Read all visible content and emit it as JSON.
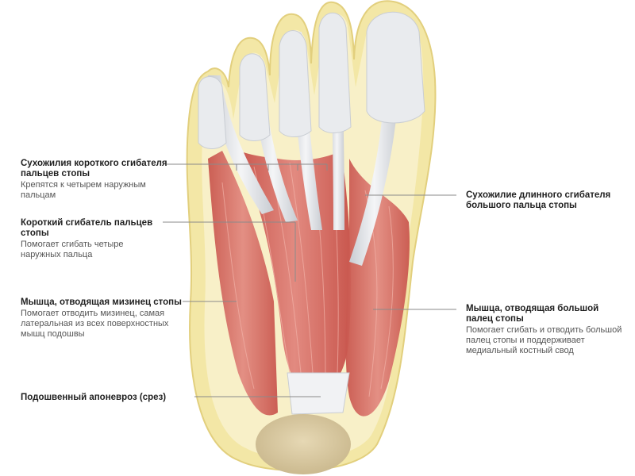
{
  "callouts": {
    "short_flexor_tendons": {
      "title": "Сухожилия короткого сгибателя пальцев стопы",
      "desc": "Крепятся к четырем наружным пальцам"
    },
    "short_flexor": {
      "title": "Короткий сгибатель пальцев стопы",
      "desc": "Помогает сгибать четыре наружных пальца"
    },
    "abductor_digiti": {
      "title": "Мышца, отводящая мизинец стопы",
      "desc": "Помогает отводить мизинец, самая латеральная из всех поверхностных мышц подошвы"
    },
    "plantar_aponeurosis": {
      "title": "Подошвенный апоневроз (срез)",
      "desc": ""
    },
    "long_flexor_hallucis": {
      "title": "Сухожилие длинного сгибателя большого пальца стопы",
      "desc": ""
    },
    "abductor_hallucis": {
      "title": "Мышца, отводящая большой палец стопы",
      "desc": "Помогает сгибать и отводить большой палец стопы и поддерживает медиальный костный свод"
    }
  },
  "colors": {
    "skin": "#f3e7a6",
    "fat": "#f7efc4",
    "muscle": "#d9685e",
    "muscle_light": "#e8978d",
    "tendon": "#eef0f2",
    "heel_pad": "#d9c9a3",
    "leader_line": "#8a8a8a"
  }
}
